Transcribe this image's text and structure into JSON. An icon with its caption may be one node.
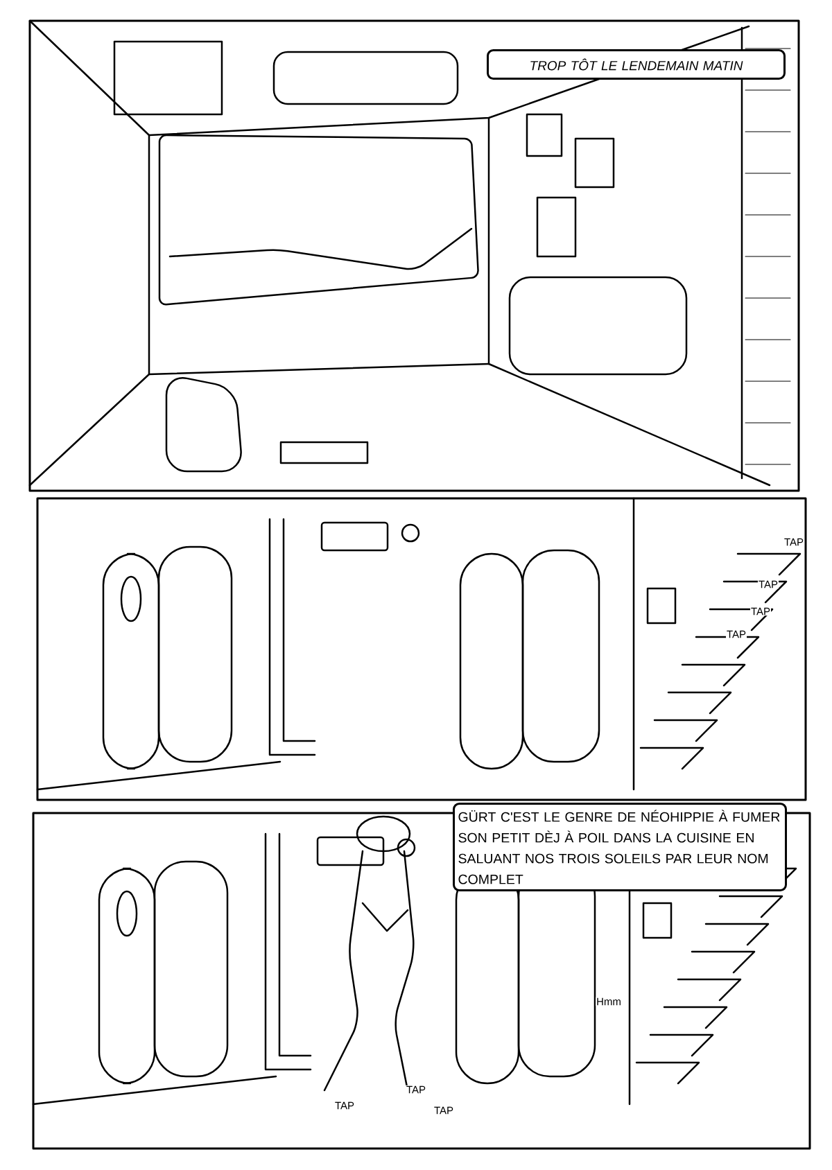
{
  "diagram": {
    "nodes": [
      {
        "text": [
          "TROP TÔT LE LENDEMAIN MATIN"
        ]
      },
      {
        "text": [
          "GÜRT C'EST LE GENRE DE NÉOHIPPIE À FUMER SON PETIT DÈJ À POIL DANS LA CUISINE EN SALUANT NOS TROIS SOLEILS PAR LEUR NOM COMPLET"
        ]
      }
    ],
    "labels": [
      "TAP",
      "TAP",
      "TAP",
      "TAP",
      "Hmm",
      "TAP",
      "TAP",
      "TAP"
    ]
  }
}
